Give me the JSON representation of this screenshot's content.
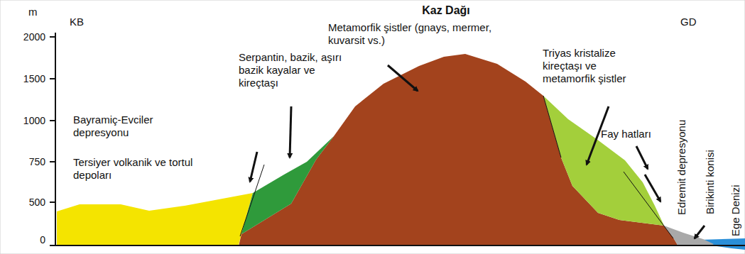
{
  "diagram": {
    "title": "Kaz Dağı",
    "labels": [
      "m",
      "2000",
      "1500",
      "1000",
      "750",
      "500",
      "0",
      "KB",
      "GD",
      "Metamorfik şistler (gnays, mermer, kuvarsit vs.)",
      "Serpantin, bazik, aşırı bazik kayalar ve kireçtaşı",
      "Bayramiç-Evciler depresyonu",
      "Tersiyer volkanik ve tortul depoları",
      "Triyas kristalize kireçtaşı ve metamorfik şistler",
      "Fay hatları",
      "Edremit depresyonu",
      "Birikinti konisi",
      "Ege Denizi"
    ]
  }
}
